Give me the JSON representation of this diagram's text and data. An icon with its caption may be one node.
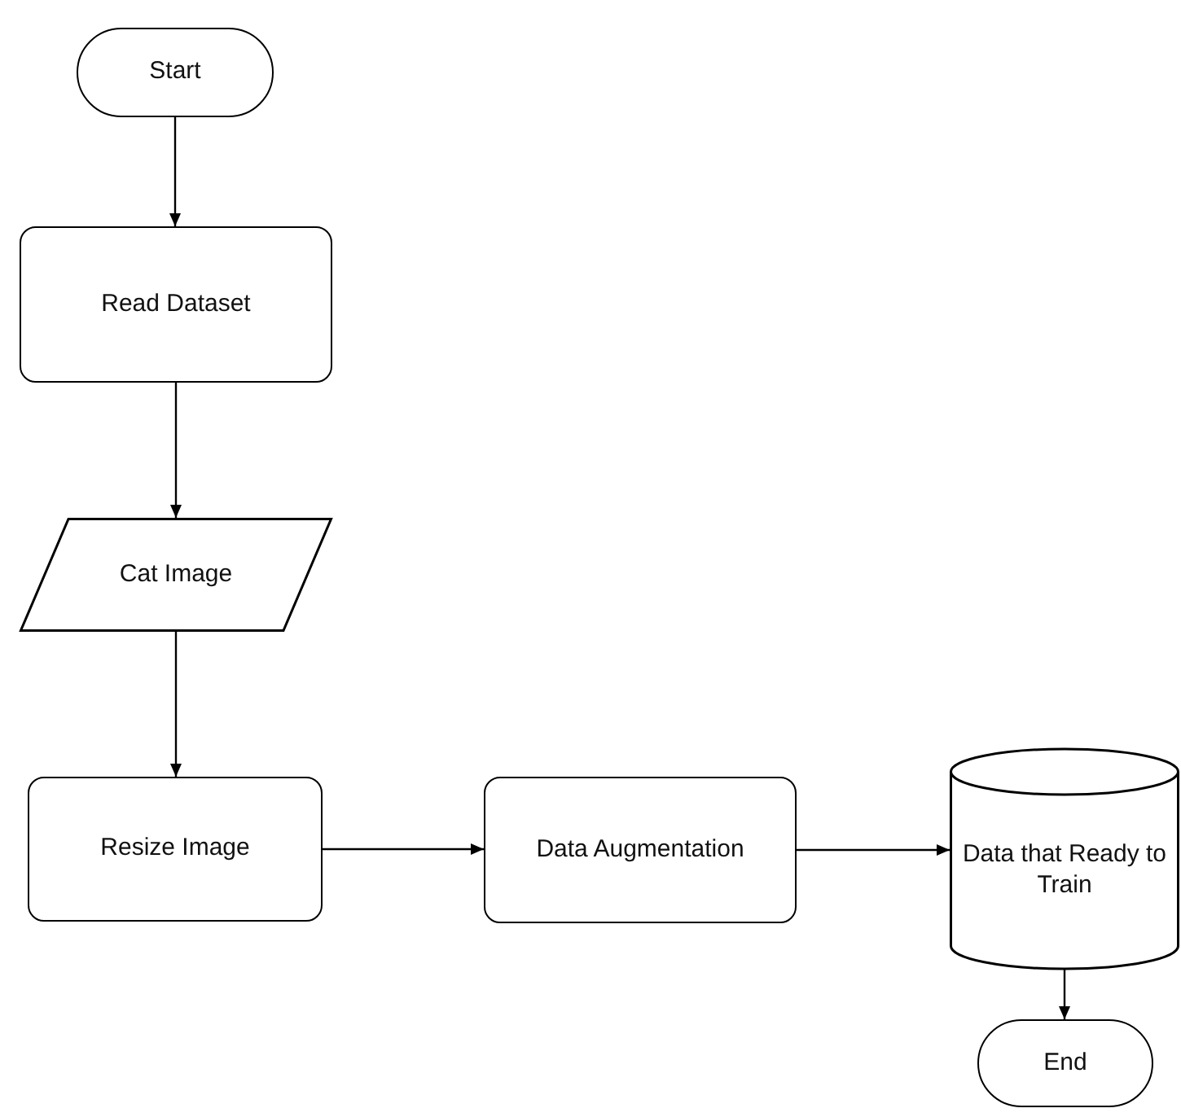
{
  "diagram": {
    "nodes": [
      {
        "text": [
          "Start"
        ]
      },
      {
        "text": [
          "Read Dataset"
        ]
      },
      {
        "text": [
          "Cat Image"
        ]
      },
      {
        "text": [
          "Resize Image"
        ]
      },
      {
        "text": [
          "Data Augmentation"
        ]
      },
      {
        "text": [
          "Data that Ready to Train"
        ]
      },
      {
        "text": [
          "End"
        ]
      }
    ],
    "edges": [
      {
        "from": 0,
        "to": 1,
        "arrow": "to"
      },
      {
        "from": 1,
        "to": 2,
        "arrow": "to"
      },
      {
        "from": 2,
        "to": 3,
        "arrow": "to"
      },
      {
        "from": 3,
        "to": 4,
        "arrow": "to"
      },
      {
        "from": 4,
        "to": 5,
        "arrow": "to"
      },
      {
        "from": 5,
        "to": 6,
        "arrow": "to"
      }
    ]
  }
}
